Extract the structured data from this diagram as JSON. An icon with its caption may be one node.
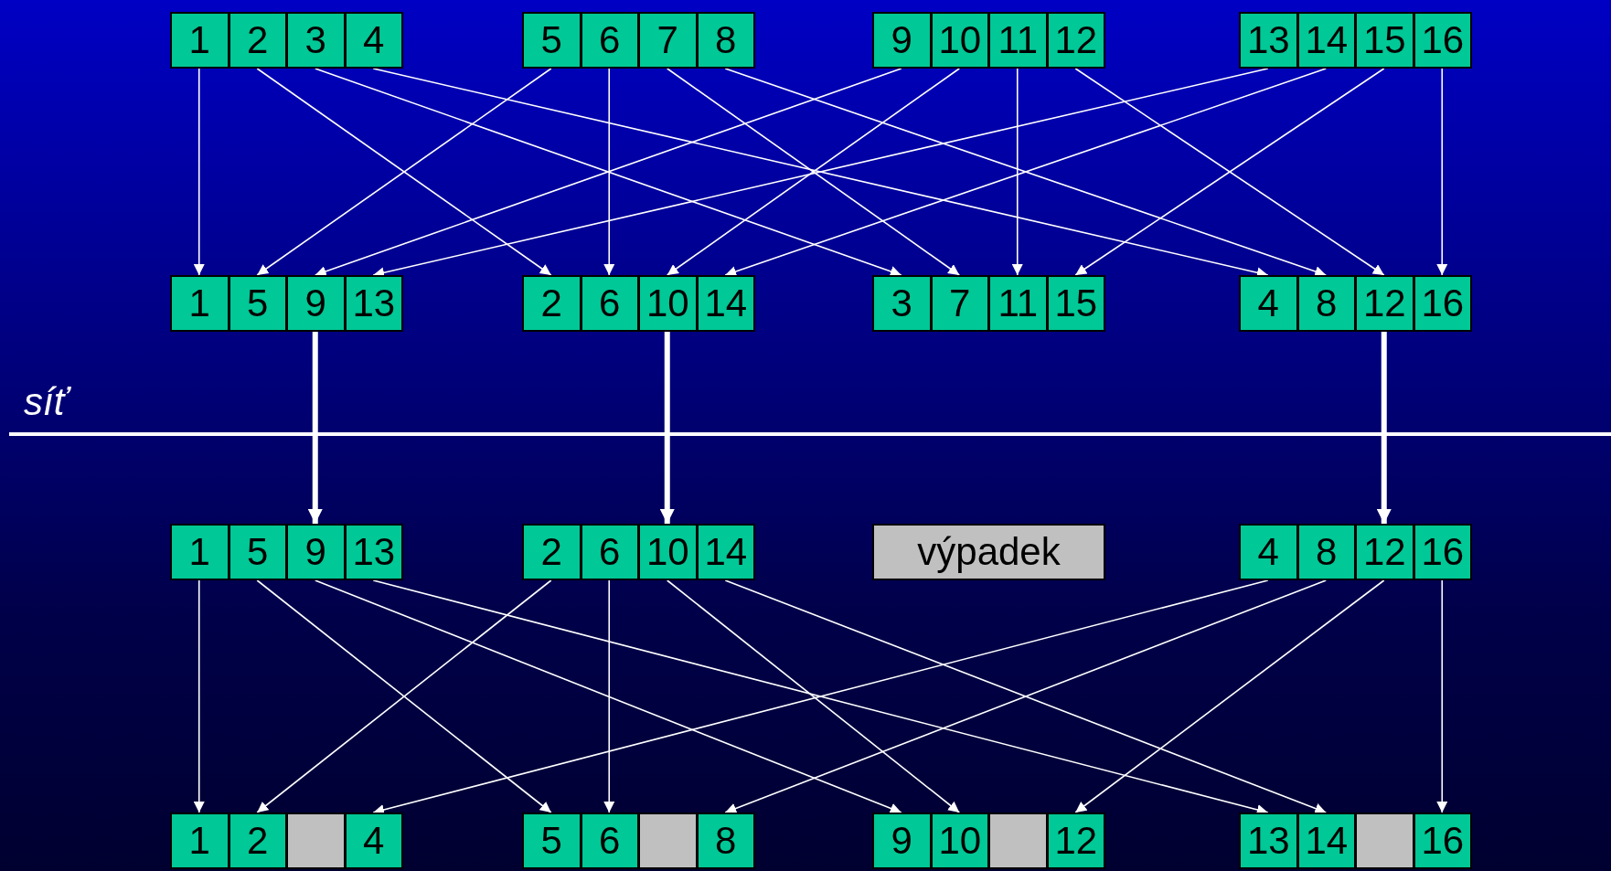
{
  "diagram": {
    "nodes": [
      {
        "text": [
          "1"
        ]
      },
      {
        "text": [
          "2"
        ]
      },
      {
        "text": [
          "3"
        ]
      },
      {
        "text": [
          "4"
        ]
      },
      {
        "text": [
          "5"
        ]
      },
      {
        "text": [
          "6"
        ]
      },
      {
        "text": [
          "7"
        ]
      },
      {
        "text": [
          "8"
        ]
      },
      {
        "text": [
          "9"
        ]
      },
      {
        "text": [
          "10"
        ]
      },
      {
        "text": [
          "11"
        ]
      },
      {
        "text": [
          "12"
        ]
      },
      {
        "text": [
          "13"
        ]
      },
      {
        "text": [
          "14"
        ]
      },
      {
        "text": [
          "15"
        ]
      },
      {
        "text": [
          "16"
        ]
      },
      {
        "text": [
          "1"
        ]
      },
      {
        "text": [
          "5"
        ]
      },
      {
        "text": [
          "9"
        ]
      },
      {
        "text": [
          "13"
        ]
      },
      {
        "text": [
          "2"
        ]
      },
      {
        "text": [
          "6"
        ]
      },
      {
        "text": [
          "10"
        ]
      },
      {
        "text": [
          "14"
        ]
      },
      {
        "text": [
          "3"
        ]
      },
      {
        "text": [
          "7"
        ]
      },
      {
        "text": [
          "11"
        ]
      },
      {
        "text": [
          "15"
        ]
      },
      {
        "text": [
          "4"
        ]
      },
      {
        "text": [
          "8"
        ]
      },
      {
        "text": [
          "12"
        ]
      },
      {
        "text": [
          "16"
        ]
      },
      {
        "text": [
          "1"
        ]
      },
      {
        "text": [
          "5"
        ]
      },
      {
        "text": [
          "9"
        ]
      },
      {
        "text": [
          "13"
        ]
      },
      {
        "text": [
          "2"
        ]
      },
      {
        "text": [
          "6"
        ]
      },
      {
        "text": [
          "10"
        ]
      },
      {
        "text": [
          "14"
        ]
      },
      {
        "text": [
          "výpadek"
        ]
      },
      {
        "text": [
          "4"
        ]
      },
      {
        "text": [
          "8"
        ]
      },
      {
        "text": [
          "12"
        ]
      },
      {
        "text": [
          "16"
        ]
      },
      {
        "text": [
          "1"
        ]
      },
      {
        "text": [
          "2"
        ]
      },
      {
        "text": [],
        "shape": "box"
      },
      {
        "text": [
          "4"
        ]
      },
      {
        "text": [
          "5"
        ]
      },
      {
        "text": [
          "6"
        ]
      },
      {
        "text": [],
        "shape": "box"
      },
      {
        "text": [
          "8"
        ]
      },
      {
        "text": [
          "9"
        ]
      },
      {
        "text": [
          "10"
        ]
      },
      {
        "text": [],
        "shape": "box"
      },
      {
        "text": [
          "12"
        ]
      },
      {
        "text": [
          "13"
        ]
      },
      {
        "text": [
          "14"
        ]
      },
      {
        "text": [],
        "shape": "box"
      },
      {
        "text": [
          "16"
        ]
      }
    ],
    "edges": [
      {
        "from": 0,
        "to": 16,
        "arrow": "to"
      },
      {
        "from": 1,
        "to": 20,
        "arrow": "to"
      },
      {
        "from": 2,
        "to": 24,
        "arrow": "to"
      },
      {
        "from": 3,
        "to": 28,
        "arrow": "to"
      },
      {
        "from": 4,
        "to": 17,
        "arrow": "to"
      },
      {
        "from": 5,
        "to": 21,
        "arrow": "to"
      },
      {
        "from": 6,
        "to": 25,
        "arrow": "to"
      },
      {
        "from": 7,
        "to": 29,
        "arrow": "to"
      },
      {
        "from": 8,
        "to": 18,
        "arrow": "to"
      },
      {
        "from": 9,
        "to": 22,
        "arrow": "to"
      },
      {
        "from": 10,
        "to": 26,
        "arrow": "to"
      },
      {
        "from": 11,
        "to": 30,
        "arrow": "to"
      },
      {
        "from": 12,
        "to": 19,
        "arrow": "to"
      },
      {
        "from": 13,
        "to": 23,
        "arrow": "to"
      },
      {
        "from": 14,
        "to": 27,
        "arrow": "to"
      },
      {
        "from": 15,
        "to": 31,
        "arrow": "to"
      },
      {
        "from": 18,
        "to": 34,
        "arrow": "to",
        "style": "thick"
      },
      {
        "from": 22,
        "to": 38,
        "arrow": "to",
        "style": "thick"
      },
      {
        "from": 30,
        "to": 43,
        "arrow": "to",
        "style": "thick"
      },
      {
        "from": 32,
        "to": 45,
        "arrow": "to"
      },
      {
        "from": 33,
        "to": 49,
        "arrow": "to"
      },
      {
        "from": 34,
        "to": 53,
        "arrow": "to"
      },
      {
        "from": 35,
        "to": 57,
        "arrow": "to"
      },
      {
        "from": 36,
        "to": 46,
        "arrow": "to"
      },
      {
        "from": 37,
        "to": 50,
        "arrow": "to"
      },
      {
        "from": 38,
        "to": 54,
        "arrow": "to"
      },
      {
        "from": 39,
        "to": 58,
        "arrow": "to"
      },
      {
        "from": 41,
        "to": 48,
        "arrow": "to"
      },
      {
        "from": 42,
        "to": 52,
        "arrow": "to"
      },
      {
        "from": 43,
        "to": 56,
        "arrow": "to"
      },
      {
        "from": 44,
        "to": 60,
        "arrow": "to"
      }
    ],
    "labels": [
      "síť"
    ]
  }
}
